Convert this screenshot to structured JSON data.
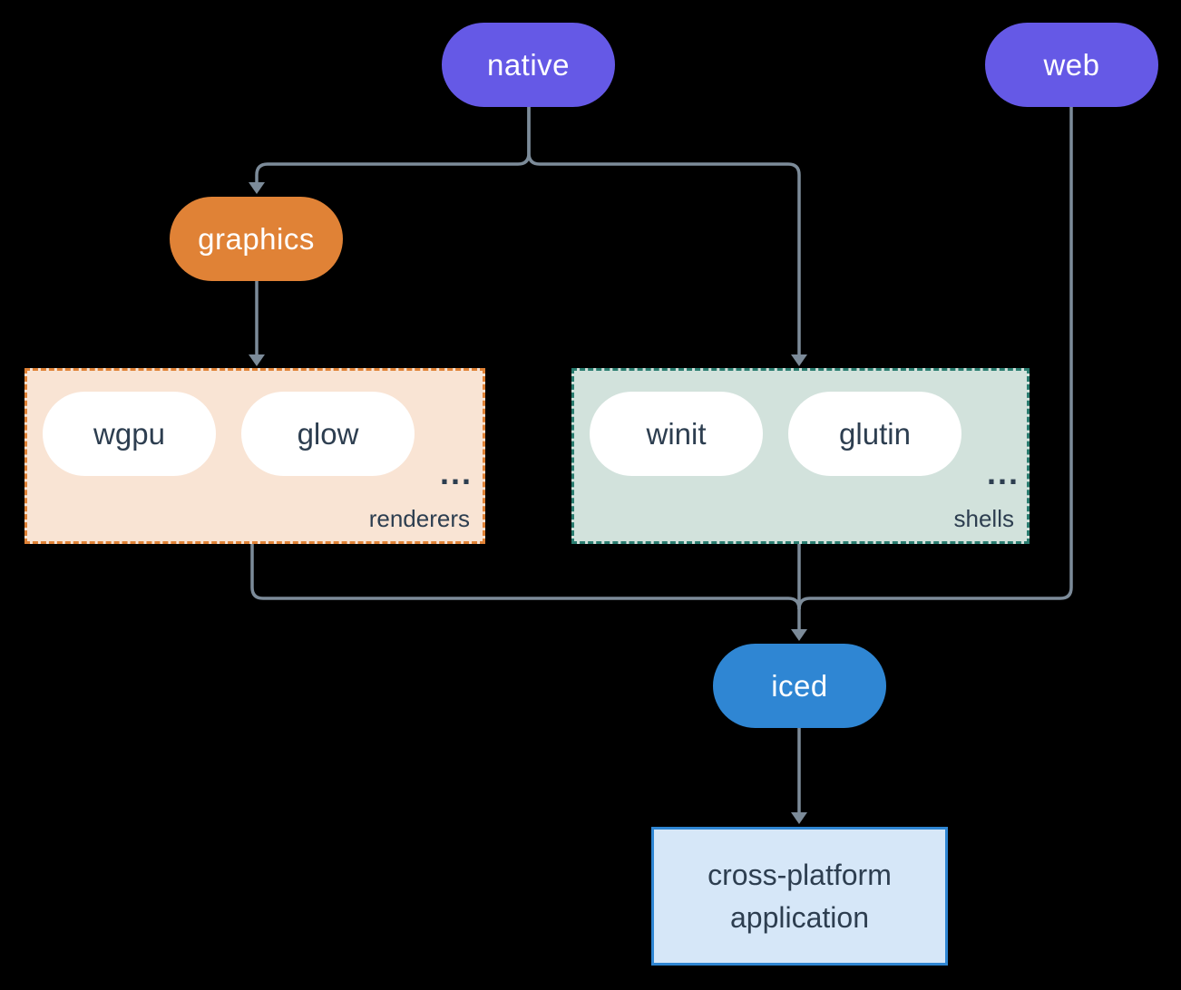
{
  "colors": {
    "background": "#000000",
    "purple": "#6559E6",
    "orange": "#E08236",
    "blue": "#2F86D3",
    "dark_text": "#2D3E50",
    "connector": "#7C8B99",
    "renderers_fill": "#F9E4D4",
    "renderers_border": "#E08236",
    "shells_fill": "#D2E2DC",
    "shells_border": "#2A7D70",
    "app_fill": "#D6E7F8",
    "app_border": "#2F86D3",
    "pill_white": "#FFFFFF"
  },
  "nodes": {
    "native": {
      "label": "native"
    },
    "web": {
      "label": "web"
    },
    "graphics": {
      "label": "graphics"
    },
    "iced": {
      "label": "iced"
    },
    "application": {
      "label": "cross-platform application"
    }
  },
  "groups": {
    "renderers": {
      "label": "renderers",
      "items": [
        "wgpu",
        "glow"
      ],
      "ellipsis": "..."
    },
    "shells": {
      "label": "shells",
      "items": [
        "winit",
        "glutin"
      ],
      "ellipsis": "..."
    }
  }
}
